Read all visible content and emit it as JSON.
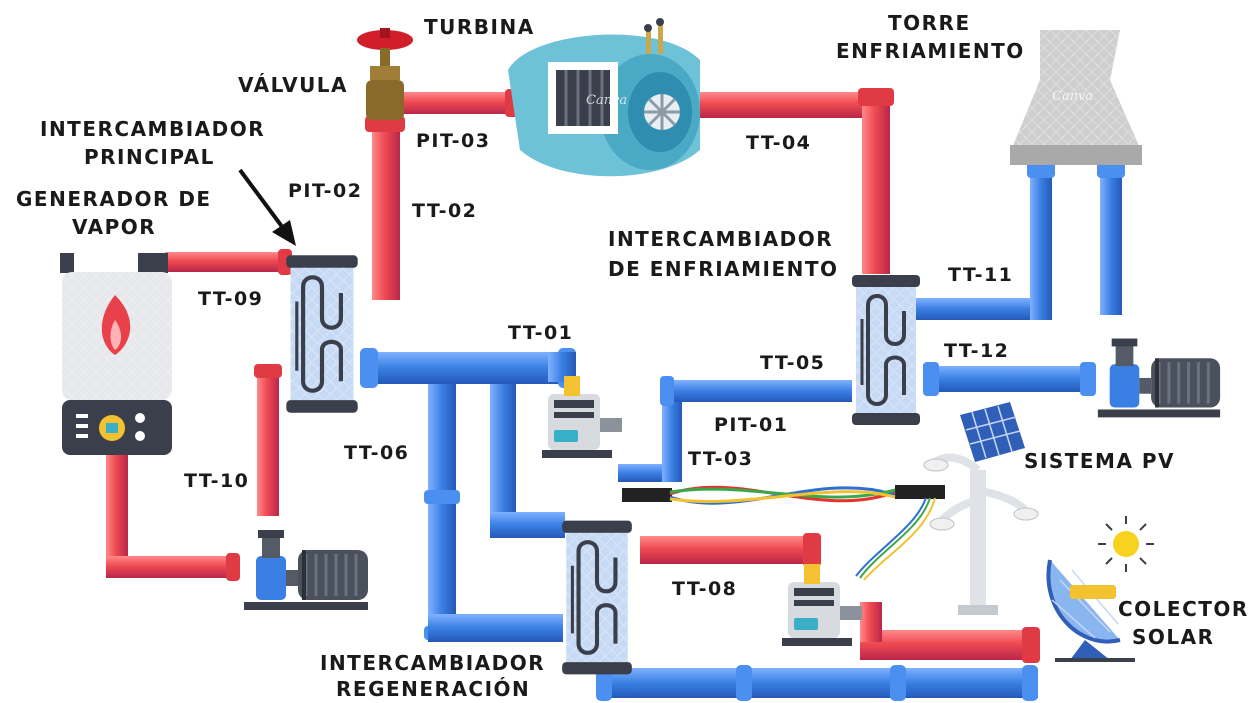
{
  "components": {
    "turbine": "TURBINA",
    "valve": "VÁLVULA",
    "cooling_tower": [
      "TORRE",
      "ENFRIAMIENTO"
    ],
    "main_exchanger": [
      "INTERCAMBIADOR",
      "PRINCIPAL"
    ],
    "steam_generator": [
      "GENERADOR DE",
      "VAPOR"
    ],
    "cooling_exchanger": [
      "INTERCAMBIADOR",
      "DE ENFRIAMIENTO"
    ],
    "pv_system": "SISTEMA PV",
    "solar_collector": [
      "COLECTOR",
      "SOLAR"
    ],
    "regen_exchanger": [
      "INTERCAMBIADOR",
      "REGENERACIÓN"
    ]
  },
  "sensors": {
    "pit01": "PIT-01",
    "pit02": "PIT-02",
    "pit03": "PIT-03",
    "tt01": "TT-01",
    "tt02": "TT-02",
    "tt03": "TT-03",
    "tt04": "TT-04",
    "tt05": "TT-05",
    "tt06": "TT-06",
    "tt08": "TT-08",
    "tt09": "TT-09",
    "tt10": "TT-10",
    "tt11": "TT-11",
    "tt12": "TT-12"
  },
  "watermark": "Canva",
  "colors": {
    "hot_pipe": "#ef4a52",
    "hot_pipe_dark": "#b9264a",
    "cold_pipe": "#3a7fe3",
    "cold_pipe_dark": "#2459b8",
    "exchanger_body": "#c7daf5",
    "equipment_dark": "#3a3f4b",
    "turbine_teal": "#6ec2d8",
    "tower_grey": "#cfcfcf",
    "valve_red": "#d21e2a",
    "valve_brass": "#8a6a2a",
    "pump_yellow": "#f2c230",
    "sun_yellow": "#f7d21e"
  }
}
